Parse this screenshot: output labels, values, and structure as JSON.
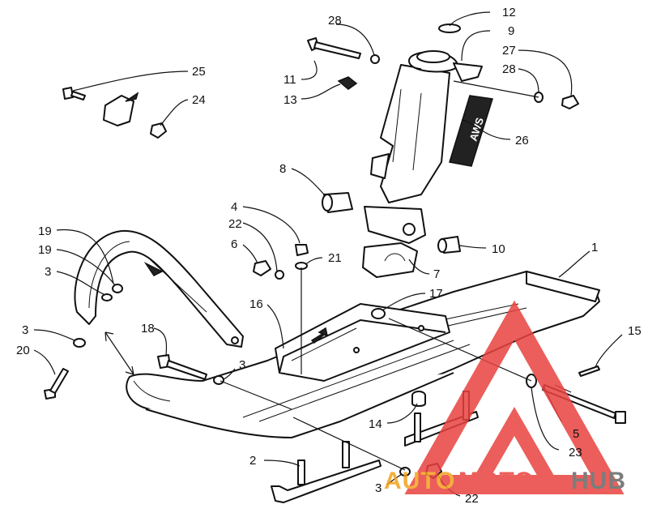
{
  "callouts": [
    {
      "id": "c1",
      "label": "1"
    },
    {
      "id": "c2",
      "label": "2"
    },
    {
      "id": "c3a",
      "label": "3"
    },
    {
      "id": "c3b",
      "label": "3"
    },
    {
      "id": "c3c",
      "label": "3"
    },
    {
      "id": "c3d",
      "label": "3"
    },
    {
      "id": "c4",
      "label": "4"
    },
    {
      "id": "c5",
      "label": "5"
    },
    {
      "id": "c6",
      "label": "6"
    },
    {
      "id": "c7",
      "label": "7"
    },
    {
      "id": "c8",
      "label": "8"
    },
    {
      "id": "c9",
      "label": "9"
    },
    {
      "id": "c10",
      "label": "10"
    },
    {
      "id": "c11",
      "label": "11"
    },
    {
      "id": "c12",
      "label": "12"
    },
    {
      "id": "c13",
      "label": "13"
    },
    {
      "id": "c14",
      "label": "14"
    },
    {
      "id": "c15",
      "label": "15"
    },
    {
      "id": "c16",
      "label": "16"
    },
    {
      "id": "c17",
      "label": "17"
    },
    {
      "id": "c18",
      "label": "18"
    },
    {
      "id": "c19a",
      "label": "19"
    },
    {
      "id": "c19b",
      "label": "19"
    },
    {
      "id": "c20",
      "label": "20"
    },
    {
      "id": "c21",
      "label": "21"
    },
    {
      "id": "c22a",
      "label": "22"
    },
    {
      "id": "c22b",
      "label": "22"
    },
    {
      "id": "c23",
      "label": "23"
    },
    {
      "id": "c24",
      "label": "24"
    },
    {
      "id": "c25",
      "label": "25"
    },
    {
      "id": "c26",
      "label": "26"
    },
    {
      "id": "c27",
      "label": "27"
    },
    {
      "id": "c28a",
      "label": "28"
    },
    {
      "id": "c28b",
      "label": "28"
    }
  ],
  "decal_text": "AWS",
  "watermark": {
    "word_auto": "AUTO",
    "word_moto": "MOTO",
    "word_hub": "HUB",
    "color_red": "#e8423f",
    "color_orange": "#f3a21c",
    "color_gray": "#666666"
  }
}
